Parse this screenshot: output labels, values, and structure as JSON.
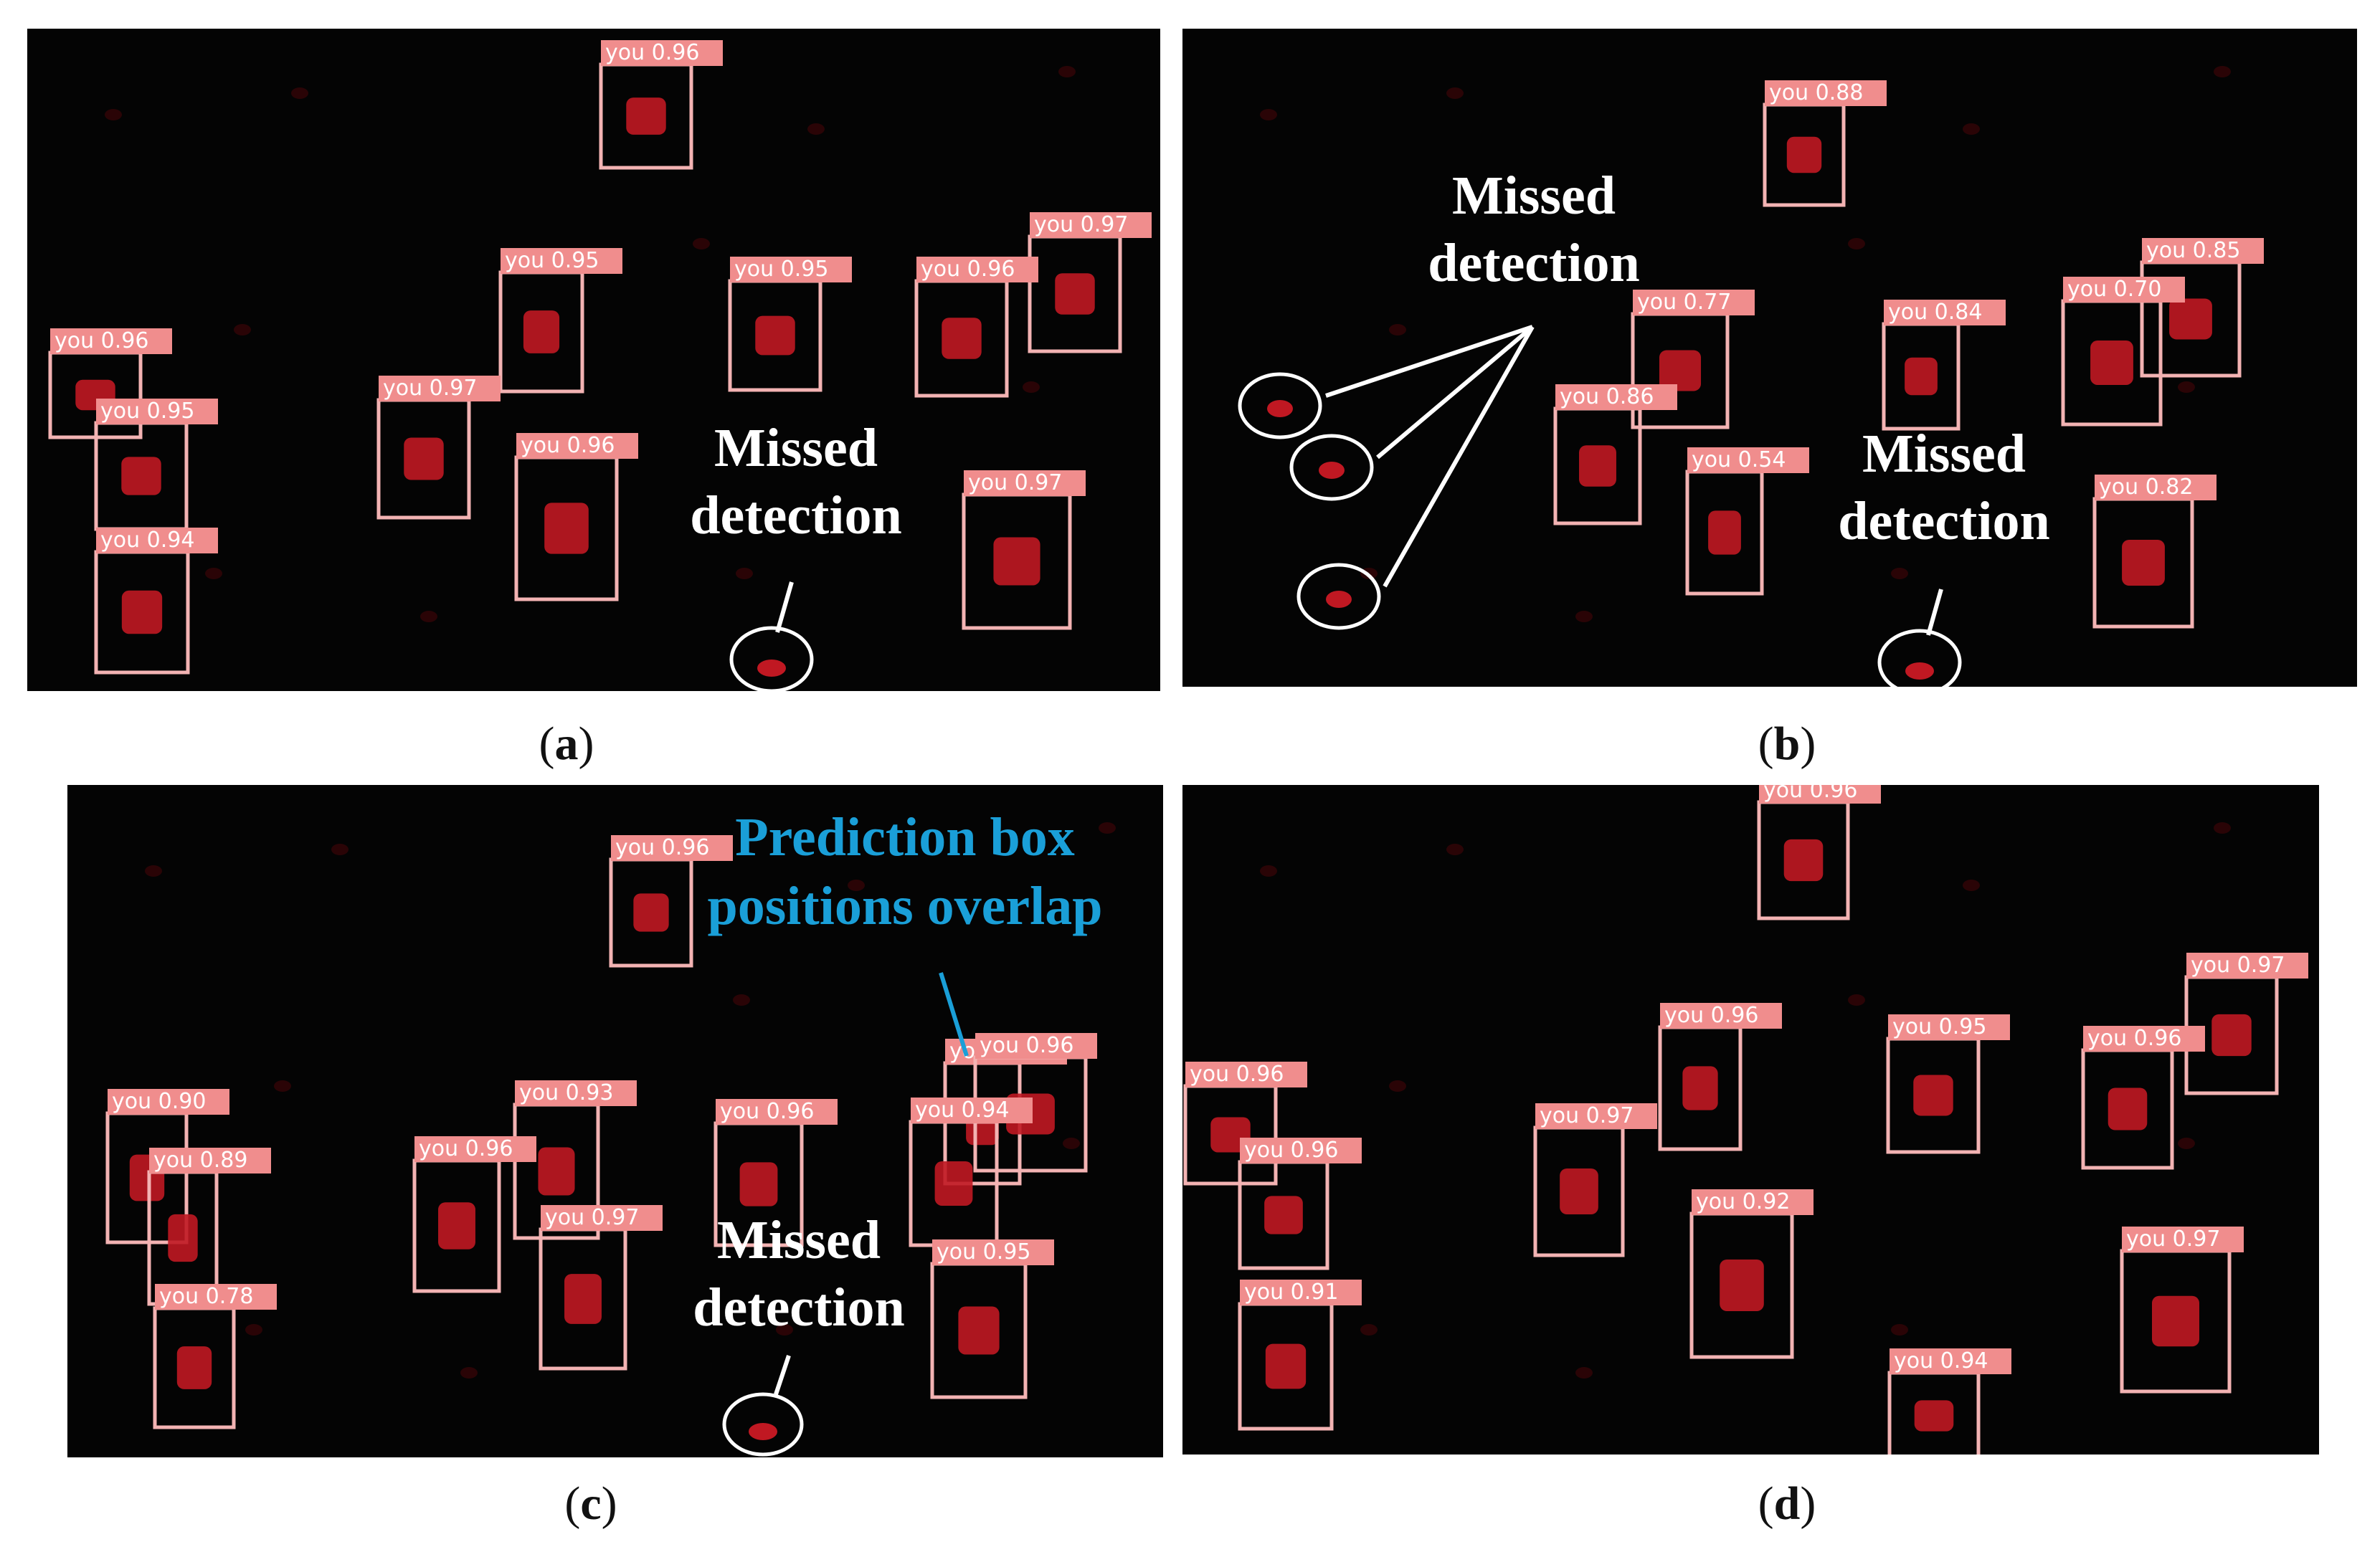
{
  "colors": {
    "box": "#f3b3b3",
    "label_bg": "#f08d8d",
    "object": "#c01822",
    "annotation": "#ffffff",
    "overlap_annotation": "#1a9fd8"
  },
  "panels": [
    {
      "id": "a",
      "caption": "a",
      "detections": [
        {
          "label": "you  0.96"
        },
        {
          "label": "you  0.97"
        },
        {
          "label": "you  0.95"
        },
        {
          "label": "you  0.95"
        },
        {
          "label": "you  0.96"
        },
        {
          "label": "you  0.96"
        },
        {
          "label": "you  0.95"
        },
        {
          "label": "you  0.97"
        },
        {
          "label": "you  0.96"
        },
        {
          "label": "you  0.97"
        },
        {
          "label": "you  0.94"
        }
      ],
      "annotations": [
        {
          "lines": [
            "Missed",
            "detection"
          ]
        }
      ]
    },
    {
      "id": "b",
      "caption": "b",
      "detections": [
        {
          "label": "you  0.88"
        },
        {
          "label": "you  0.85"
        },
        {
          "label": "you  0.77"
        },
        {
          "label": "you  0.84"
        },
        {
          "label": "you  0.70"
        },
        {
          "label": "you  0.86"
        },
        {
          "label": "you  0.54"
        },
        {
          "label": "you  0.82"
        }
      ],
      "annotations": [
        {
          "lines": [
            "Missed",
            "detection"
          ]
        },
        {
          "lines": [
            "Missed",
            "detection"
          ]
        }
      ]
    },
    {
      "id": "c",
      "caption": "c",
      "detections": [
        {
          "label": "you  0.96"
        },
        {
          "label": "you  0.84"
        },
        {
          "label": "you  0.96"
        },
        {
          "label": "you  0.93"
        },
        {
          "label": "you  0.96"
        },
        {
          "label": "you  0.94"
        },
        {
          "label": "you  0.90"
        },
        {
          "label": "you  0.89"
        },
        {
          "label": "you  0.96"
        },
        {
          "label": "you  0.97"
        },
        {
          "label": "you  0.95"
        },
        {
          "label": "you  0.78"
        }
      ],
      "annotations": [
        {
          "lines": [
            "Prediction box",
            "positions overlap"
          ]
        },
        {
          "lines": [
            "Missed",
            "detection"
          ]
        }
      ]
    },
    {
      "id": "d",
      "caption": "d",
      "detections": [
        {
          "label": "you  0.96"
        },
        {
          "label": "you  0.97"
        },
        {
          "label": "you  0.96"
        },
        {
          "label": "you  0.95"
        },
        {
          "label": "you  0.96"
        },
        {
          "label": "you  0.96"
        },
        {
          "label": "you  0.96"
        },
        {
          "label": "you  0.97"
        },
        {
          "label": "you  0.92"
        },
        {
          "label": "you  0.97"
        },
        {
          "label": "you  0.91"
        },
        {
          "label": "you  0.94"
        }
      ],
      "annotations": []
    }
  ]
}
